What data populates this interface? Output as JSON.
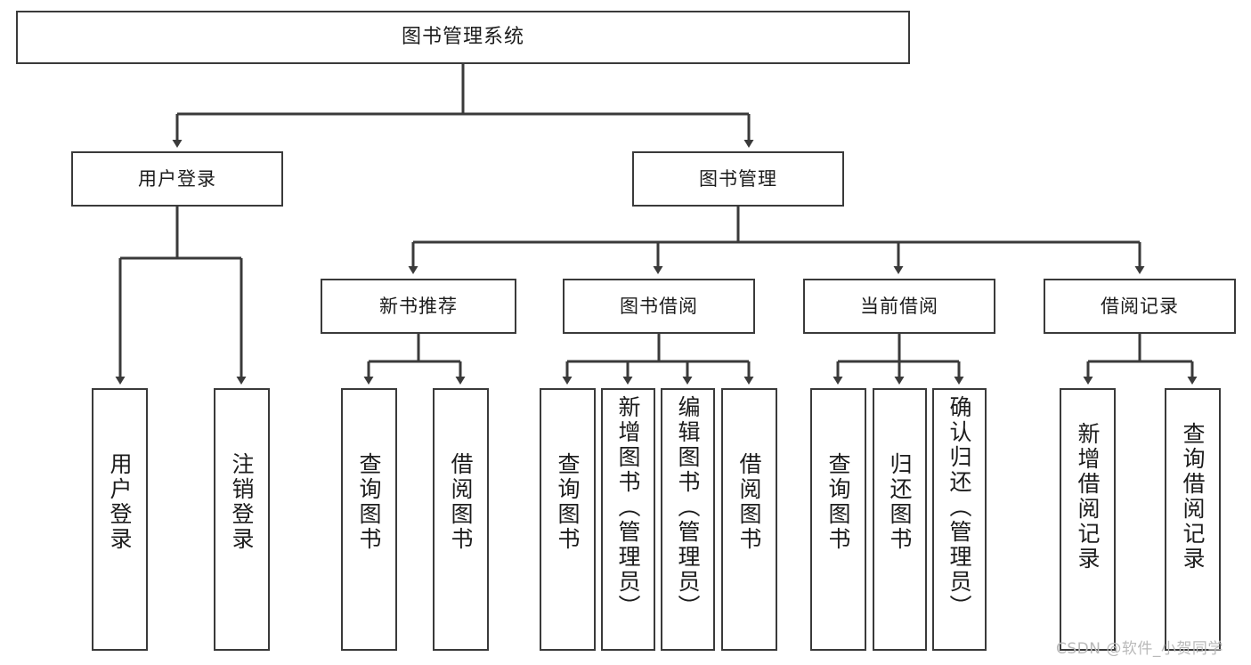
{
  "diagram": {
    "title": "图书管理系统",
    "type": "hierarchy-tree",
    "watermark": "CSDN @软件_小贺同学",
    "root": {
      "id": "root",
      "label": "图书管理系统"
    },
    "level2": [
      {
        "id": "user-login",
        "label": "用户登录"
      },
      {
        "id": "book-manage",
        "label": "图书管理"
      }
    ],
    "level3": [
      {
        "id": "new-book-recommend",
        "label": "新书推荐"
      },
      {
        "id": "book-borrow",
        "label": "图书借阅"
      },
      {
        "id": "current-borrow",
        "label": "当前借阅"
      },
      {
        "id": "borrow-record",
        "label": "借阅记录"
      }
    ],
    "leaves": [
      {
        "id": "leaf-user-login",
        "label": "用户登录",
        "parent": "user-login",
        "align": "middle"
      },
      {
        "id": "leaf-user-logout",
        "label": "注销登录",
        "parent": "user-login",
        "align": "middle"
      },
      {
        "id": "leaf-query-book-1",
        "label": "查询图书",
        "parent": "new-book-recommend",
        "align": "middle"
      },
      {
        "id": "leaf-borrow-book-1",
        "label": "借阅图书",
        "parent": "new-book-recommend",
        "align": "middle"
      },
      {
        "id": "leaf-query-book-2",
        "label": "查询图书",
        "parent": "book-borrow",
        "align": "middle"
      },
      {
        "id": "leaf-add-book",
        "label": "新增图书（管理员）",
        "parent": "book-borrow",
        "align": "top"
      },
      {
        "id": "leaf-edit-book",
        "label": "编辑图书（管理员）",
        "parent": "book-borrow",
        "align": "top"
      },
      {
        "id": "leaf-borrow-book-2",
        "label": "借阅图书",
        "parent": "book-borrow",
        "align": "middle"
      },
      {
        "id": "leaf-query-book-3",
        "label": "查询图书",
        "parent": "current-borrow",
        "align": "middle"
      },
      {
        "id": "leaf-return-book",
        "label": "归还图书",
        "parent": "current-borrow",
        "align": "middle"
      },
      {
        "id": "leaf-confirm-return",
        "label": "确认归还（管理员）",
        "parent": "current-borrow",
        "align": "top"
      },
      {
        "id": "leaf-add-record",
        "label": "新增借阅记录",
        "parent": "borrow-record",
        "align": "middle"
      },
      {
        "id": "leaf-query-record",
        "label": "查询借阅记录",
        "parent": "borrow-record",
        "align": "middle"
      }
    ],
    "colors": {
      "stroke": "#3a3a3a",
      "fill": "#ffffff",
      "text": "#1c1c1c",
      "watermark": "#b9b9b9"
    }
  }
}
